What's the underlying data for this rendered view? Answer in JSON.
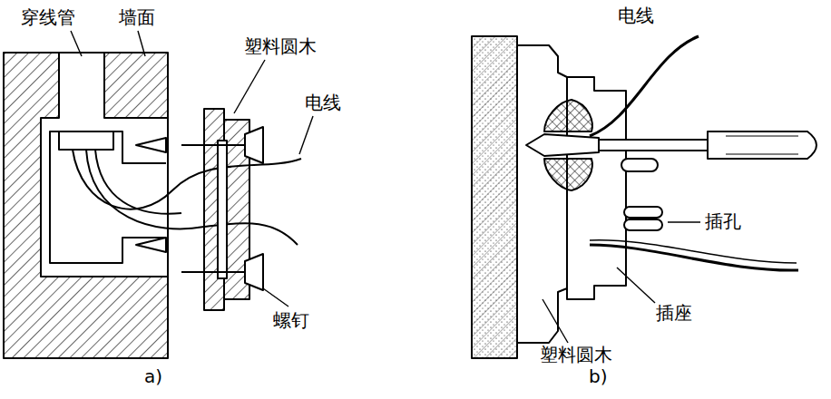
{
  "diagram": {
    "labels": [
      "穿线管",
      "墙面",
      "塑料圆木",
      "电线",
      "螺钉",
      "a)",
      "电线",
      "插孔",
      "插座",
      "塑料圆木",
      "b)"
    ]
  }
}
